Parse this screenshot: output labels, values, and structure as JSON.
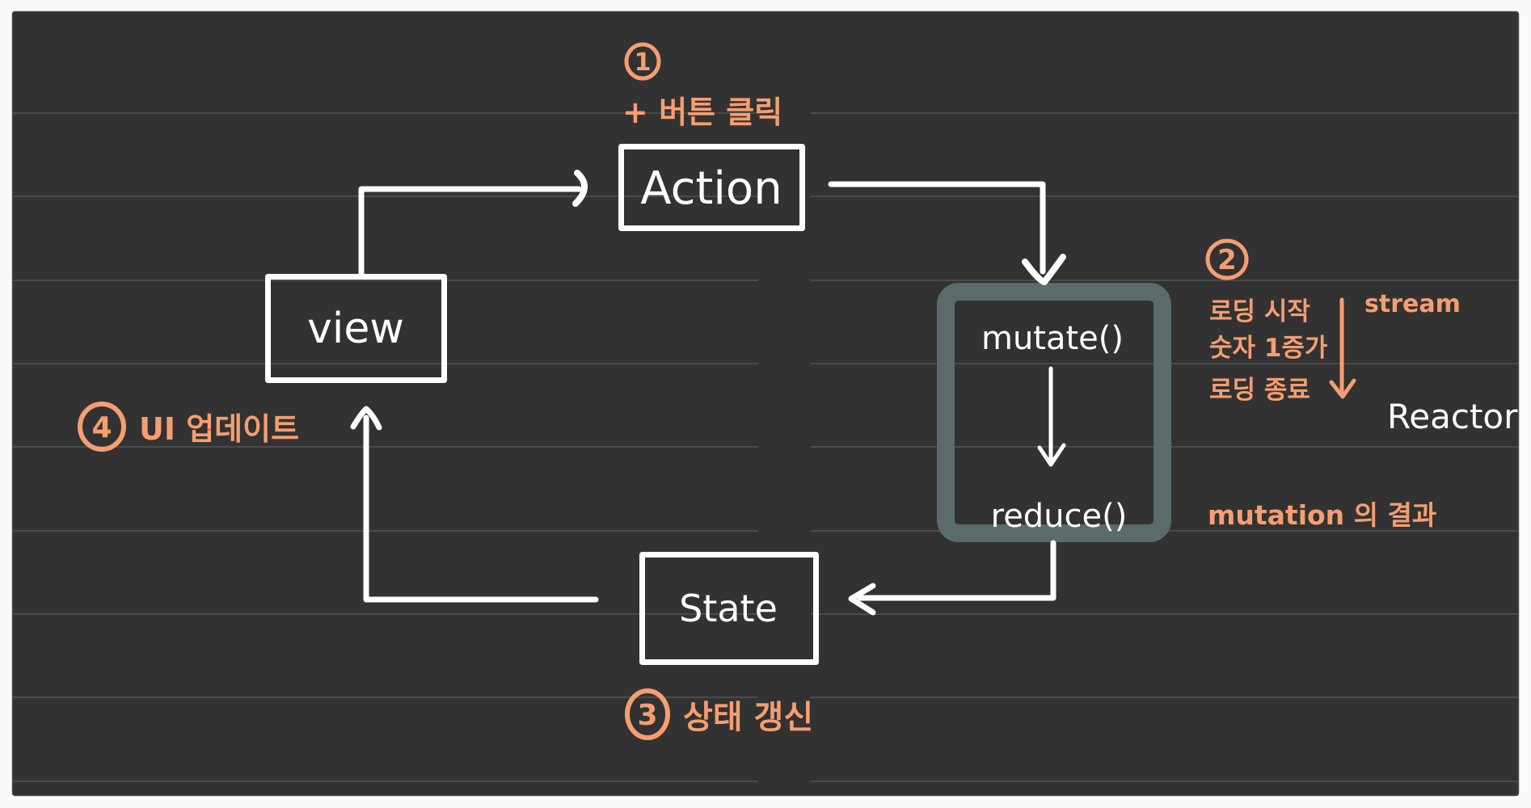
{
  "colors": {
    "page_bg": "#fafafa",
    "canvas_bg": "#323233",
    "gridline": "#4b4b4b",
    "ink": "#ffffff",
    "orange": "#f59e70",
    "reactor_teal": "#5b6a6a"
  },
  "nodes": {
    "action": "Action",
    "view": "view",
    "state": "State",
    "mutate": "mutate()",
    "reduce": "reduce()",
    "reactor": "Reactor"
  },
  "annotations": {
    "step1_number": "1",
    "step1_text": "+ 버튼 클릭",
    "step2_number": "2",
    "step2_lines": [
      "로딩 시작",
      "숫자 1증가",
      "로딩 종료"
    ],
    "stream_label": "stream",
    "mutation_result": "mutation 의 결과",
    "step3_number": "3",
    "step3_text": "상태 갱신",
    "step4_number": "4",
    "step4_text": "UI 업데이트"
  }
}
